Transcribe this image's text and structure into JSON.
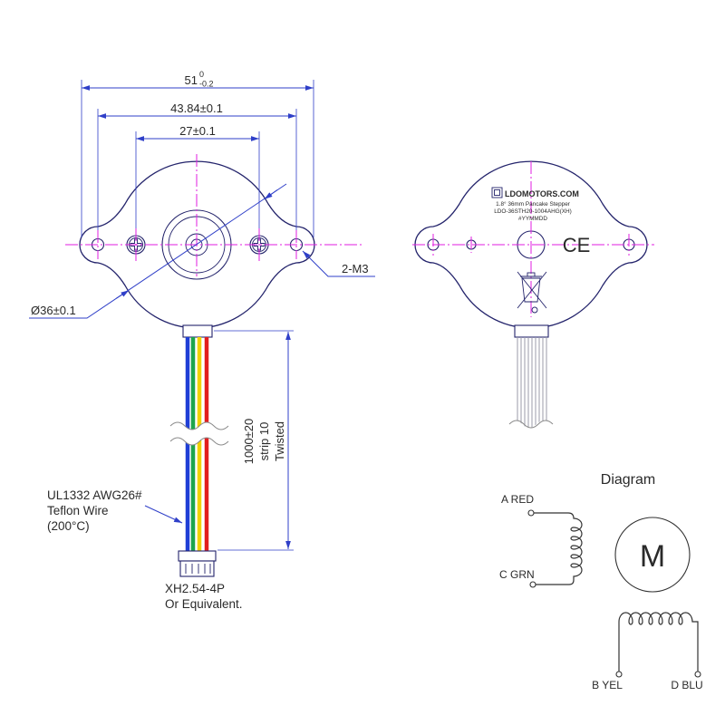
{
  "front_view": {
    "overall_width": {
      "nominal": "51",
      "upper_tolerance": "0",
      "lower_tolerance": "-0.2"
    },
    "hole_spacing": "43.84±0.1",
    "screw_spacing": "27±0.1",
    "diameter": "Ø36±0.1",
    "mounting_holes": "2-M3",
    "lead": {
      "length": "1000±20",
      "strip": "strip 10",
      "finish": "Twisted"
    },
    "wire_spec": [
      "UL1332 AWG26#",
      "Teflon Wire",
      "(200°C)"
    ],
    "connector": [
      "XH2.54-4P",
      "Or Equivalent."
    ],
    "wire_colors": {
      "blue": "#1f3fd6",
      "green": "#1ea54c",
      "yellow": "#f2d200",
      "red": "#e21e1e"
    }
  },
  "rear_view": {
    "brand": "LDOMOTORS.COM",
    "description": "1.8° 36mm Pancake Stepper",
    "part_number": "LDO-36STH20-1004AHG(XH)",
    "date_code": "#YYMMDD",
    "ce_mark": "CE",
    "icons": {
      "logo": "ldo-logo-icon",
      "disposal": "weee-crossed-bin-icon"
    }
  },
  "wiring_diagram": {
    "title": "Diagram",
    "motor_label": "M",
    "terminal_a": "A RED",
    "terminal_c": "C GRN",
    "terminal_b": "B YEL",
    "terminal_d": "D BLU"
  },
  "colors": {
    "outline": "#23236b",
    "dimension": "#2f3fc8",
    "centerline": "#e21ee2"
  }
}
